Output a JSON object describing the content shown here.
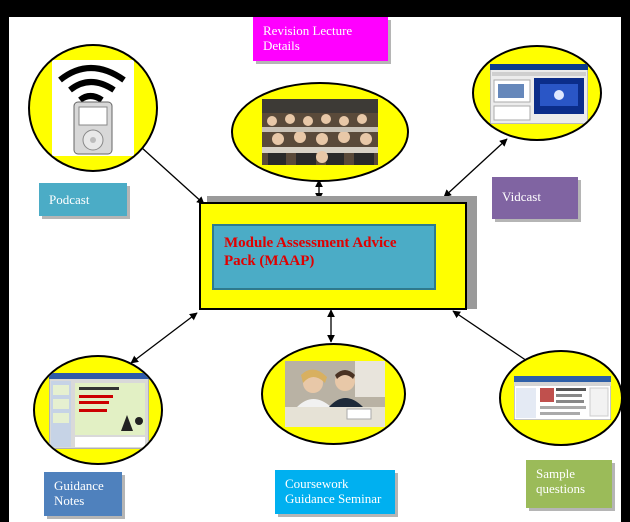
{
  "center": {
    "title": "Module Assessment Advice Pack (MAAP)"
  },
  "nodes": {
    "revision": {
      "label": "Revision Lecture Details",
      "color": "#ff00ff"
    },
    "podcast": {
      "label": "Podcast",
      "color": "#4bacc6",
      "icon": "ipod-wifi-icon"
    },
    "vidcast": {
      "label": "Vidcast",
      "color": "#8064a2",
      "icon": "video-player-screenshot"
    },
    "guidance_notes": {
      "label": "Guidance Notes",
      "color": "#4f81bd",
      "icon": "slide-presentation-thumbnail"
    },
    "coursework_seminar": {
      "label": "Coursework Guidance Seminar",
      "color": "#00b0f0",
      "icon": "students-photo"
    },
    "sample_questions": {
      "label": "Sample questions",
      "color": "#9bbb59",
      "icon": "webpage-screenshot"
    },
    "lecture_photo": {
      "icon": "lecture-hall-photo"
    }
  }
}
